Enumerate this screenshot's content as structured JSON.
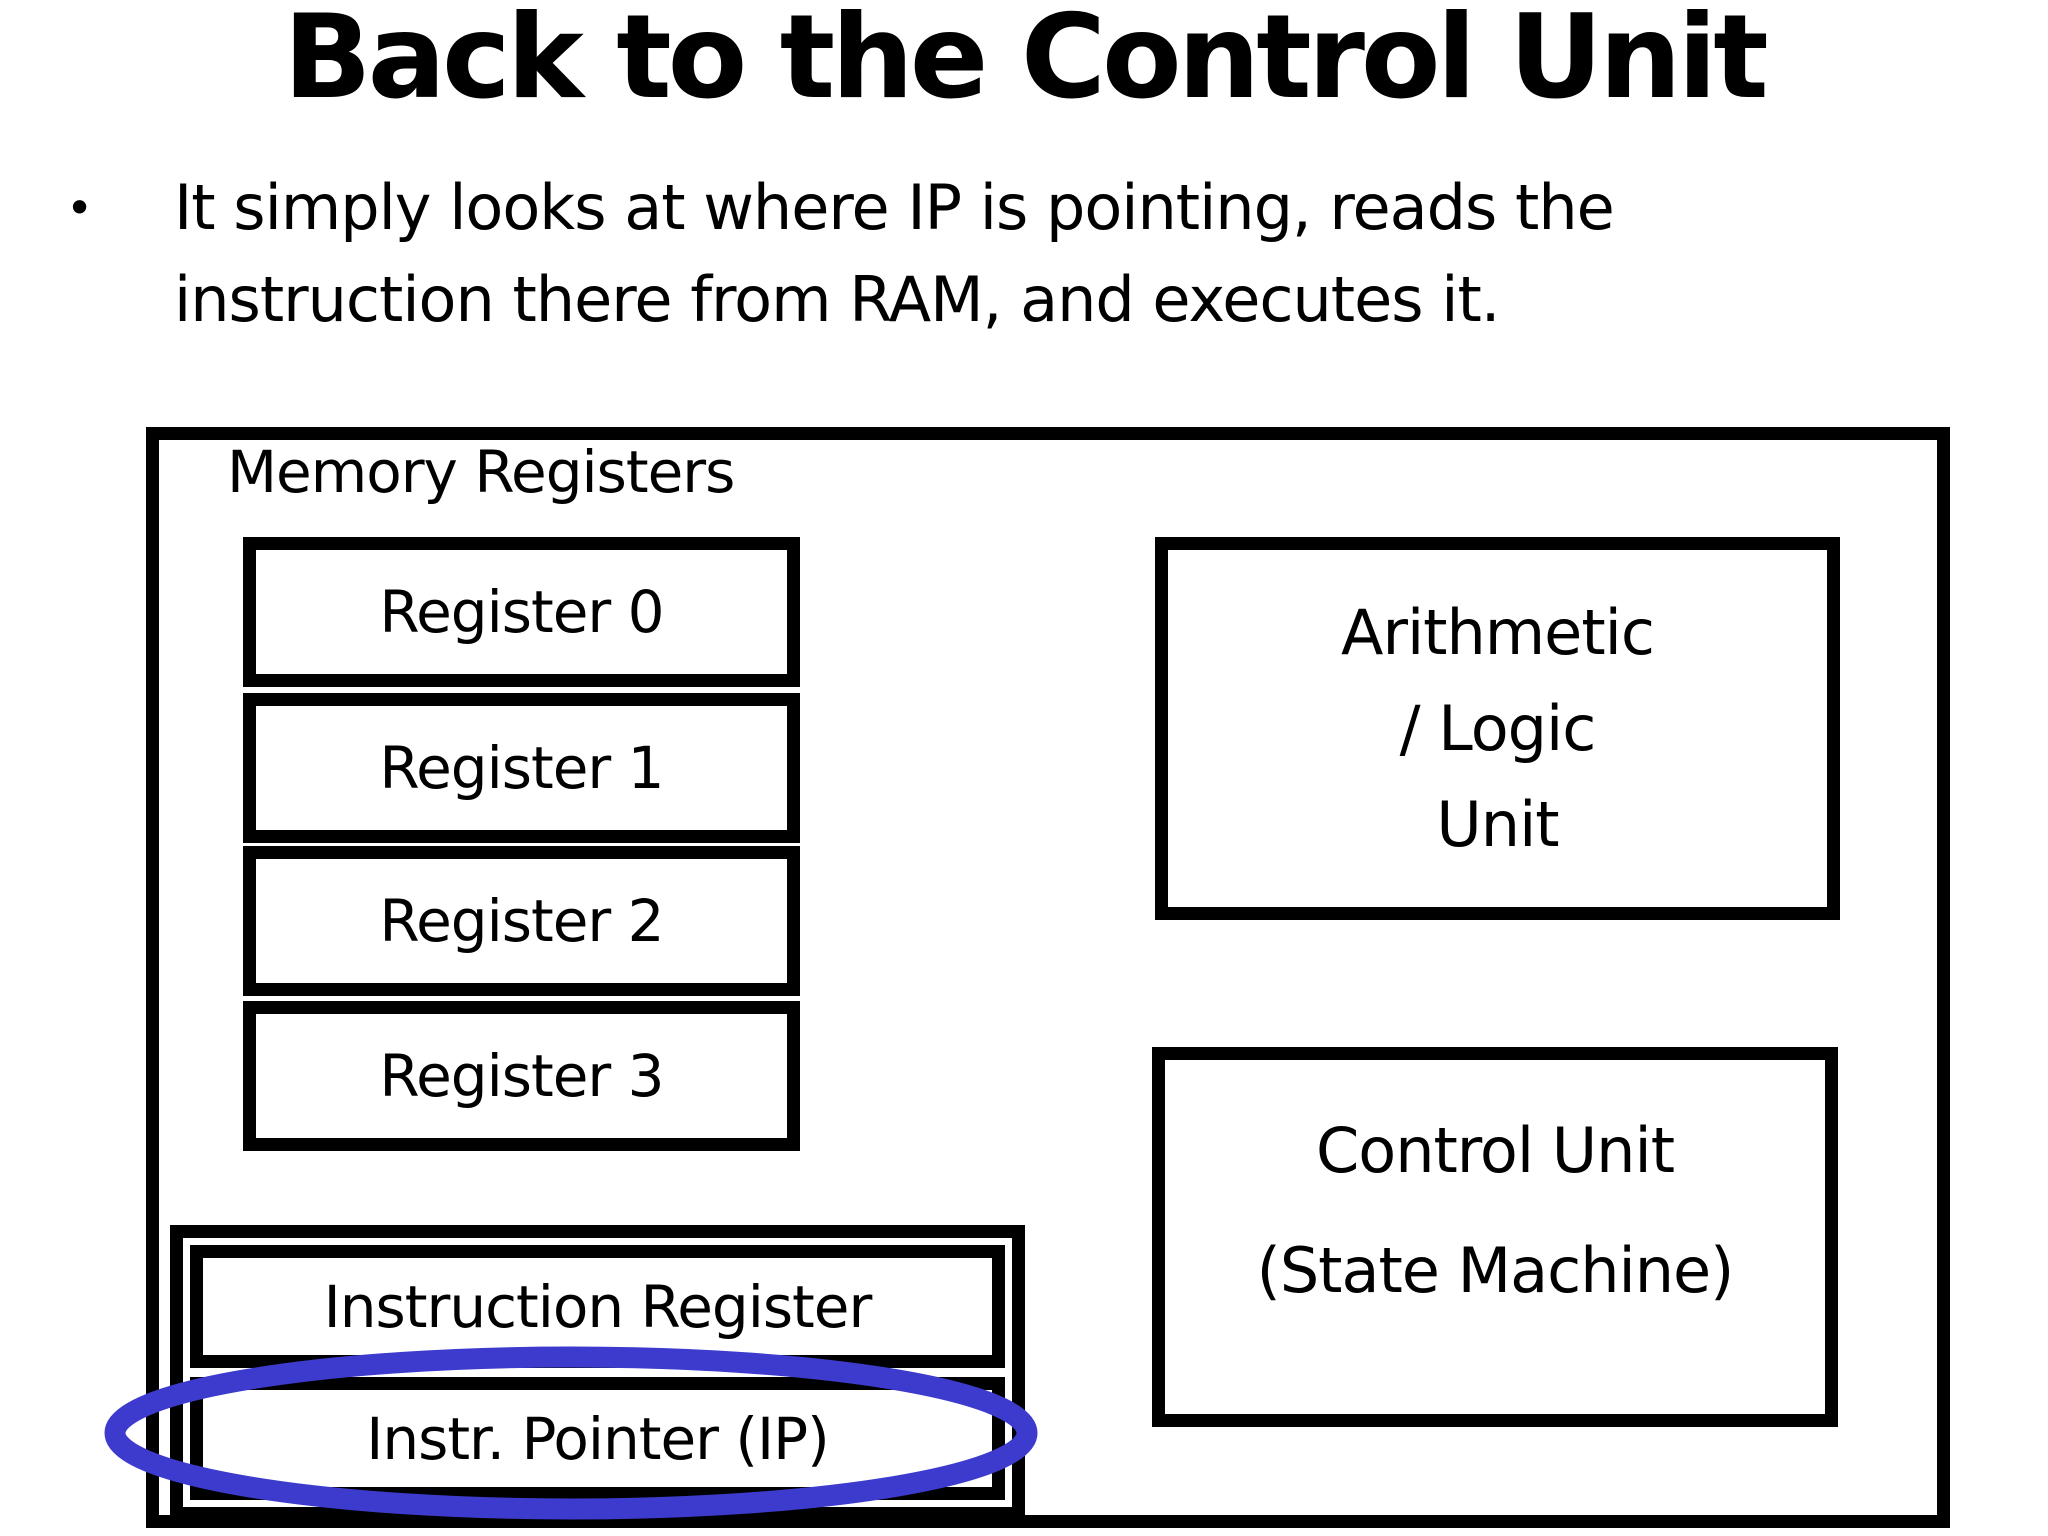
{
  "slide": {
    "title": "Back to the Control Unit",
    "bullet": {
      "marker": "•",
      "lines": [
        "It simply looks at where IP is pointing, reads the",
        "instruction there from RAM, and executes it."
      ]
    }
  },
  "diagram": {
    "memory_registers_label": "Memory Registers",
    "registers": [
      "Register 0",
      "Register 1",
      "Register 2",
      "Register 3"
    ],
    "alu": {
      "lines": [
        "Arithmetic",
        "/ Logic",
        "Unit"
      ]
    },
    "control_unit": {
      "lines": [
        "Control Unit",
        "(State Machine)"
      ]
    },
    "instruction_register_label": "Instruction Register",
    "instruction_pointer_label": "Instr. Pointer (IP)",
    "highlight_color": "#3c3bcd"
  }
}
